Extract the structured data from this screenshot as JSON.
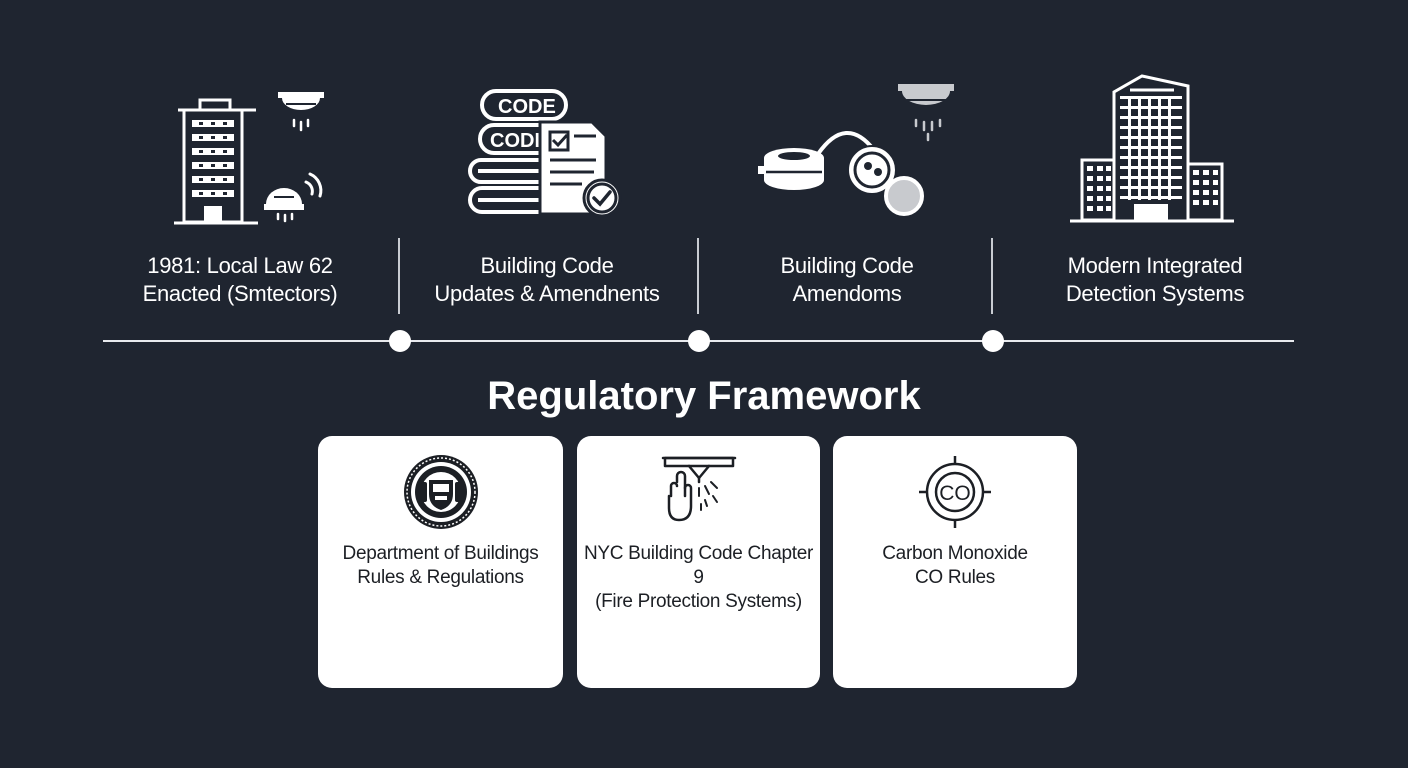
{
  "timeline": {
    "stages": [
      {
        "line1": "1981: Local Law 62",
        "line2": "Enacted (Smtectors)",
        "icon": "building-with-smoke-detectors-icon"
      },
      {
        "line1": "Building Code",
        "line2": "Updates & Amendnents",
        "icon": "code-books-checklist-icon",
        "book_label_1": "CODE",
        "book_label_2": "CODE"
      },
      {
        "line1": "Building Code",
        "line2": "Amendoms",
        "icon": "connected-detectors-icon"
      },
      {
        "line1": "Modern Integrated",
        "line2": "Detection Systems",
        "icon": "modern-buildings-icon"
      }
    ]
  },
  "framework": {
    "title": "Regulatory Framework",
    "cards": [
      {
        "line1": "Department of Buildings",
        "line2": "Rules & Regulations",
        "icon": "official-seal-icon"
      },
      {
        "line1": "NYC Building Code Chapter 9",
        "line2": "(Fire Protection Systems)",
        "icon": "sprinkler-hand-icon"
      },
      {
        "line1": "Carbon Monoxide",
        "line2": "CO Rules",
        "icon": "co-target-icon",
        "icon_text": "CO"
      }
    ]
  },
  "colors": {
    "background": "#1f2530",
    "foreground": "#ffffff",
    "card": "#ffffff",
    "card_text": "#1c1f24"
  }
}
